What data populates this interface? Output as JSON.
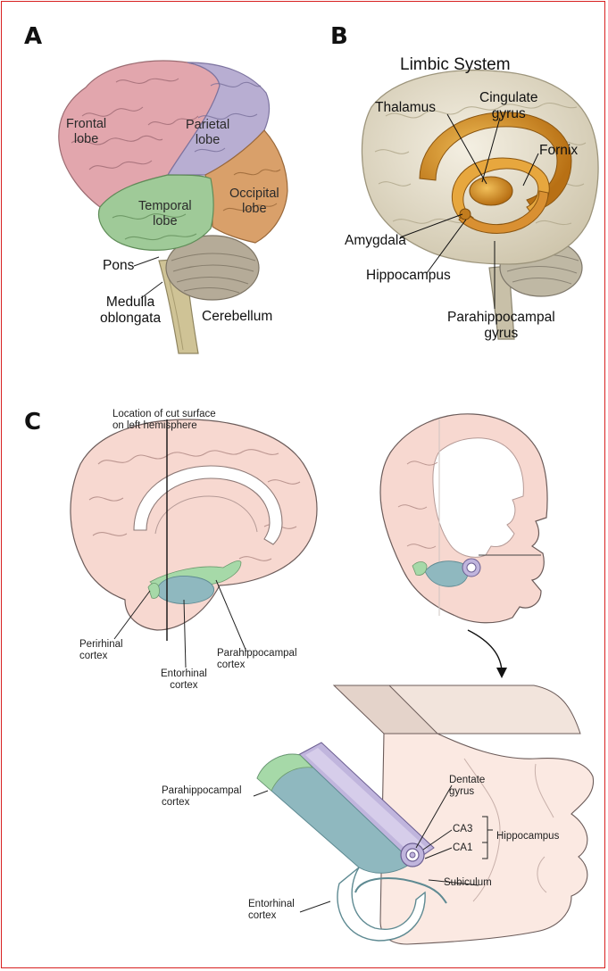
{
  "panels": {
    "a": {
      "letter": "A"
    },
    "b": {
      "letter": "B",
      "title": "Limbic System"
    },
    "c": {
      "letter": "C"
    }
  },
  "panel_a": {
    "frontal_l1": "Frontal",
    "frontal_l2": "lobe",
    "parietal_l1": "Parietal",
    "parietal_l2": "lobe",
    "occipital_l1": "Occipital",
    "occipital_l2": "lobe",
    "temporal_l1": "Temporal",
    "temporal_l2": "lobe",
    "pons": "Pons",
    "cerebellum": "Cerebellum",
    "medulla_l1": "Medulla",
    "medulla_l2": "oblongata"
  },
  "panel_b": {
    "thalamus": "Thalamus",
    "cingulate_l1": "Cingulate",
    "cingulate_l2": "gyrus",
    "fornix": "Fornix",
    "amygdala": "Amygdala",
    "hippocampus": "Hippocampus",
    "parahippo_l1": "Parahippocampal",
    "parahippo_l2": "gyrus"
  },
  "panel_c": {
    "cut_l1": "Location of cut surface",
    "cut_l2": "on left hemisphere",
    "perirhinal_l1": "Perirhinal",
    "perirhinal_l2": "cortex",
    "entorhinal_l1": "Entorhinal",
    "entorhinal_l2": "cortex",
    "parahippo_l1": "Parahippocampal",
    "parahippo_l2": "cortex",
    "detail_parahippo_l1": "Parahippocampal",
    "detail_parahippo_l2": "cortex",
    "detail_entorhinal_l1": "Entorhinal",
    "detail_entorhinal_l2": "cortex",
    "dentate_l1": "Dentate",
    "dentate_l2": "gyrus",
    "ca3": "CA3",
    "ca1": "CA1",
    "hippocampus": "Hippocampus",
    "subiculum": "Subiculum"
  },
  "colors": {
    "frame_border": "#d82020",
    "frontal": "#e2a6ad",
    "parietal": "#b8aed2",
    "occipital": "#d9a06a",
    "temporal": "#9fca98",
    "limbic": "#d8962a",
    "brain_beige": "#e7e0cd",
    "cortex_pink": "#f7d8d0",
    "entorhinal_blue": "#8fb8bf",
    "parahippo_green": "#a6d9a8",
    "hippo_purple": "#c0b5dd"
  }
}
